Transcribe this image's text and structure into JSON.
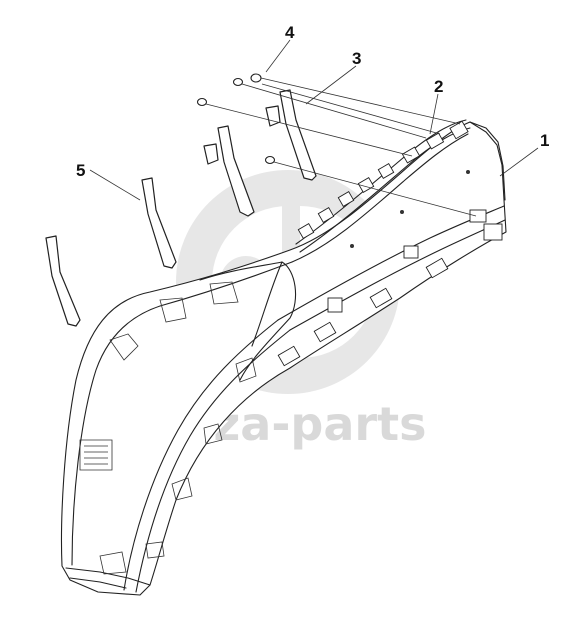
{
  "watermark": {
    "text": "daza-parts",
    "logo_icon": "dp-circle-logo",
    "color": "#d9d9d9"
  },
  "callouts": [
    {
      "id": "1",
      "label": "1"
    },
    {
      "id": "2",
      "label": "2"
    },
    {
      "id": "3",
      "label": "3"
    },
    {
      "id": "4",
      "label": "4"
    },
    {
      "id": "5",
      "label": "5"
    }
  ],
  "colors": {
    "line": "#222222",
    "background": "#ffffff"
  }
}
